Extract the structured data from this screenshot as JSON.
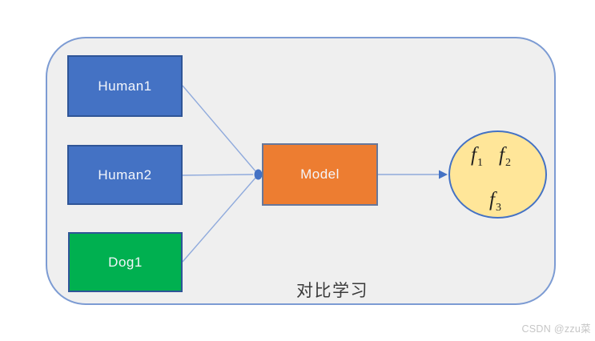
{
  "diagram": {
    "caption": "对比学习",
    "nodes": {
      "human1": {
        "label": "Human1",
        "fill": "#4472C4"
      },
      "human2": {
        "label": "Human2",
        "fill": "#4472C4"
      },
      "dog1": {
        "label": "Dog1",
        "fill": "#00B050"
      },
      "model": {
        "label": "Model",
        "fill": "#ED7D31"
      }
    },
    "output_circle": {
      "fill": "#FFE699",
      "border": "#4472C4",
      "features": [
        {
          "base": "f",
          "sub": "1"
        },
        {
          "base": "f",
          "sub": "2"
        },
        {
          "base": "f",
          "sub": "3"
        }
      ]
    },
    "colors": {
      "frame_fill": "#EFEFEF",
      "frame_border": "#7C9BD3",
      "connector_line": "#8FAADC",
      "connector_accent": "#4472C4",
      "node_border": "#2F5597",
      "model_border": "#66779B"
    }
  },
  "watermark": {
    "text": "CSDN @zzu菜"
  }
}
